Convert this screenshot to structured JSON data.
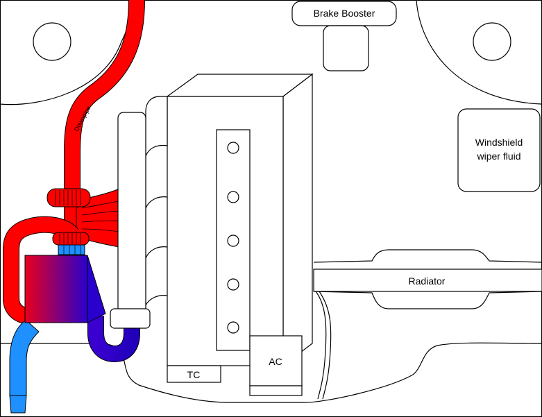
{
  "diagram": {
    "title": "Engine bay layout",
    "labels": {
      "brake_booster": "Brake Booster",
      "windshield_line1": "Windshield",
      "windshield_line2": "wiper fluid",
      "radiator": "Radiator",
      "ac": "AC",
      "tc": "TC",
      "downpipe": "Downpipe"
    },
    "colors": {
      "hot": "#ff0000",
      "cold": "#1e90ff",
      "intercooler_hot": "#e8001c",
      "intercooler_cold": "#2a00cc",
      "outline": "#000000",
      "fill": "#ffffff"
    }
  }
}
